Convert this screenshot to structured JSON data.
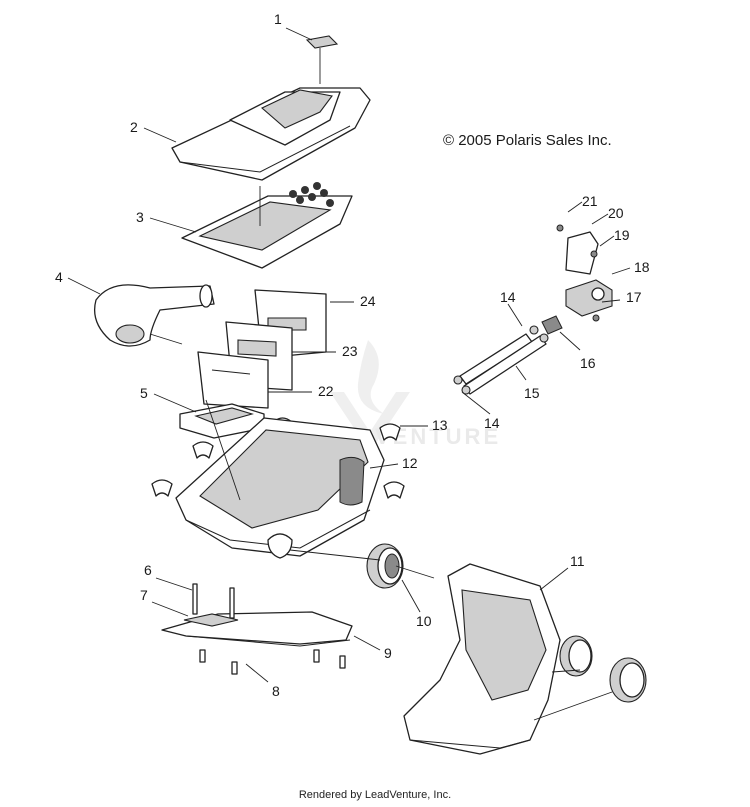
{
  "copyright": "© 2005 Polaris Sales Inc.",
  "footer": "Rendered by LeadVenture, Inc.",
  "watermark": "VENTURE",
  "callouts": [
    "1",
    "2",
    "3",
    "4",
    "5",
    "6",
    "7",
    "8",
    "9",
    "10",
    "11",
    "12",
    "13",
    "14",
    "14",
    "15",
    "16",
    "17",
    "18",
    "19",
    "20",
    "21",
    "22",
    "23",
    "24"
  ]
}
